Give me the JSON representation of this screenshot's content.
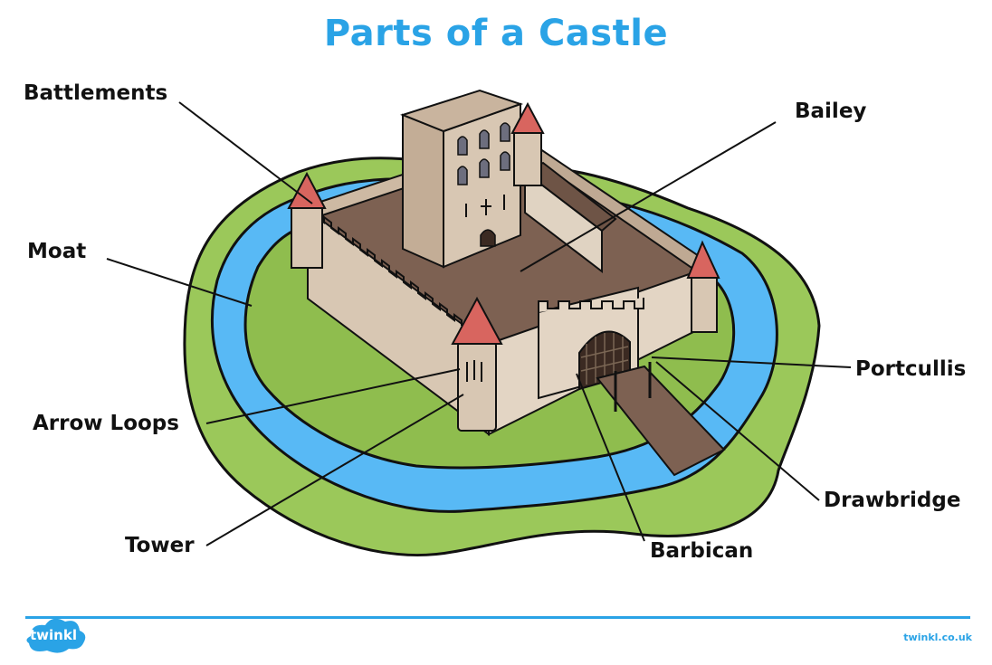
{
  "title": "Parts of a Castle",
  "labels": {
    "battlements": "Battlements",
    "bailey": "Bailey",
    "moat": "Moat",
    "portcullis": "Portcullis",
    "arrow_loops": "Arrow Loops",
    "drawbridge": "Drawbridge",
    "tower": "Tower",
    "barbican": "Barbican"
  },
  "footer": {
    "logo": "twinkl",
    "site": "twinkl.co.uk"
  },
  "colors": {
    "title": "#2aa3e6",
    "grass": "#9bc85a",
    "moat": "#58b9f5",
    "wall": "#d8c7b3",
    "courtyard": "#7d6152",
    "roof": "#d8655f"
  }
}
